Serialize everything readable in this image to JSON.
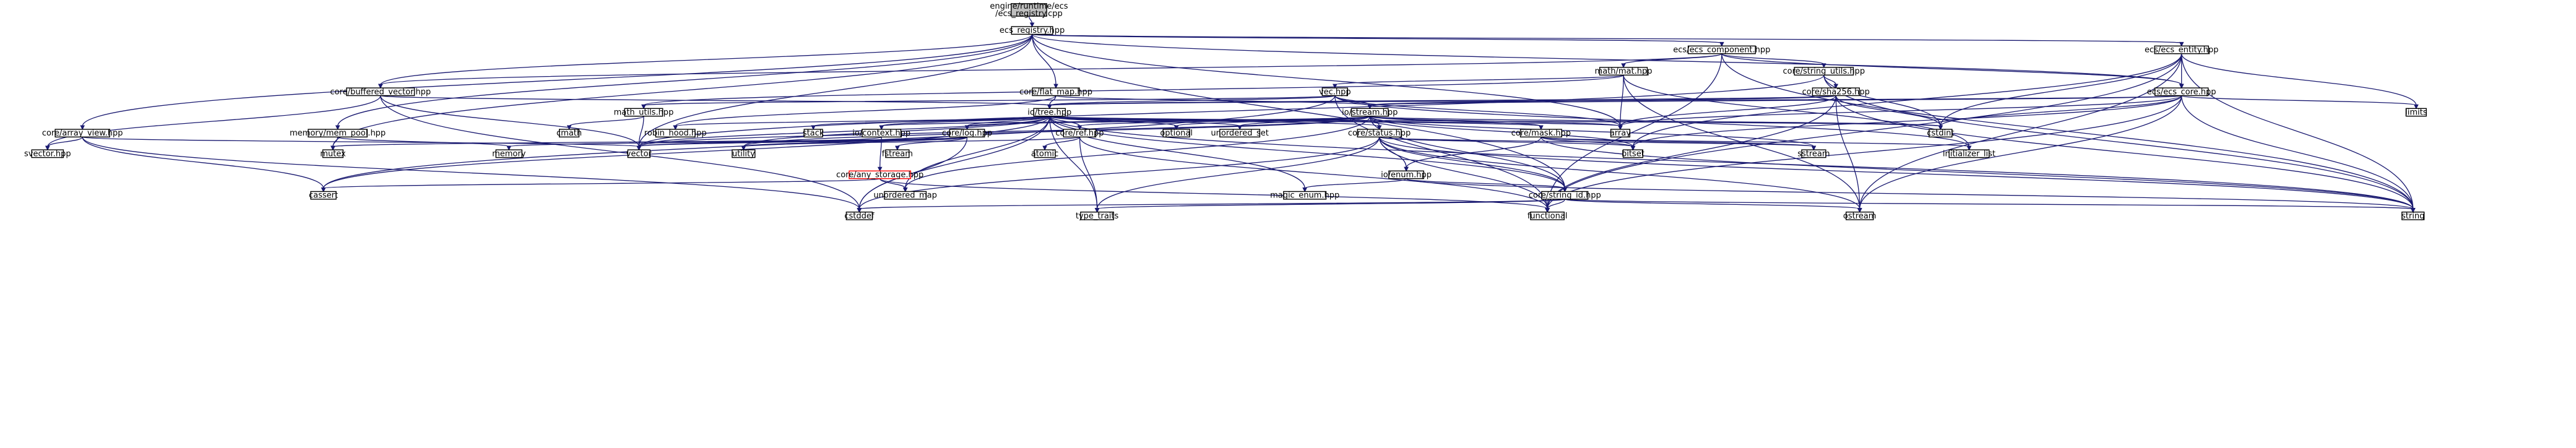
{
  "graph": {
    "nodes": [
      {
        "id": "root",
        "lines": [
          "engine/runtime/ecs",
          "/ecs_registry.cpp"
        ],
        "style": "root"
      },
      {
        "id": "ecs_registry",
        "lines": [
          "ecs_registry.hpp"
        ]
      },
      {
        "id": "ecs_component",
        "lines": [
          "ecs/ecs_component.hpp"
        ]
      },
      {
        "id": "ecs_entity",
        "lines": [
          "ecs/ecs_entity.hpp"
        ]
      },
      {
        "id": "mathmat",
        "lines": [
          "math/mat.hpp"
        ]
      },
      {
        "id": "string_utils",
        "lines": [
          "core/string_utils.hpp"
        ]
      },
      {
        "id": "buffered_vector",
        "lines": [
          "core/buffered_vector.hpp"
        ]
      },
      {
        "id": "flat_map",
        "lines": [
          "core/flat_map.hpp"
        ]
      },
      {
        "id": "vec",
        "lines": [
          "vec.hpp"
        ]
      },
      {
        "id": "sha256",
        "lines": [
          "core/sha256.hpp"
        ]
      },
      {
        "id": "ecs_core",
        "lines": [
          "ecs/ecs_core.hpp"
        ]
      },
      {
        "id": "math_utils",
        "lines": [
          "math_utils.hpp"
        ]
      },
      {
        "id": "iotree",
        "lines": [
          "io/tree.hpp"
        ]
      },
      {
        "id": "iostream_hpp",
        "lines": [
          "io/stream.hpp"
        ]
      },
      {
        "id": "limits",
        "lines": [
          "limits"
        ]
      },
      {
        "id": "array_view",
        "lines": [
          "core/array_view.hpp"
        ]
      },
      {
        "id": "mem_pool",
        "lines": [
          "memory/mem_pool.hpp"
        ]
      },
      {
        "id": "cmath",
        "lines": [
          "cmath"
        ]
      },
      {
        "id": "robin_hood",
        "lines": [
          "robin_hood.hpp"
        ]
      },
      {
        "id": "stack",
        "lines": [
          "stack"
        ]
      },
      {
        "id": "iocontext",
        "lines": [
          "io/context.hpp"
        ]
      },
      {
        "id": "corelog",
        "lines": [
          "core/log.hpp"
        ]
      },
      {
        "id": "coreref",
        "lines": [
          "core/ref.hpp"
        ]
      },
      {
        "id": "optional",
        "lines": [
          "optional"
        ]
      },
      {
        "id": "unordered_set",
        "lines": [
          "unordered_set"
        ]
      },
      {
        "id": "corestatus",
        "lines": [
          "core/status.hpp"
        ]
      },
      {
        "id": "coremask",
        "lines": [
          "core/mask.hpp"
        ]
      },
      {
        "id": "array",
        "lines": [
          "array"
        ]
      },
      {
        "id": "cstdint",
        "lines": [
          "cstdint"
        ]
      },
      {
        "id": "svector",
        "lines": [
          "svector.hpp"
        ]
      },
      {
        "id": "mutex",
        "lines": [
          "mutex"
        ]
      },
      {
        "id": "memory",
        "lines": [
          "memory"
        ]
      },
      {
        "id": "vector",
        "lines": [
          "vector"
        ]
      },
      {
        "id": "utility",
        "lines": [
          "utility"
        ]
      },
      {
        "id": "fstream",
        "lines": [
          "fstream"
        ]
      },
      {
        "id": "atomic",
        "lines": [
          "atomic"
        ]
      },
      {
        "id": "bitset",
        "lines": [
          "bitset"
        ]
      },
      {
        "id": "sstream",
        "lines": [
          "sstream"
        ]
      },
      {
        "id": "initializer_list",
        "lines": [
          "initializer_list"
        ]
      },
      {
        "id": "any_storage",
        "lines": [
          "core/any_storage.hpp"
        ],
        "style": "red"
      },
      {
        "id": "ioenum",
        "lines": [
          "io/enum.hpp"
        ]
      },
      {
        "id": "cassert",
        "lines": [
          "cassert"
        ]
      },
      {
        "id": "unordered_map",
        "lines": [
          "unordered_map"
        ]
      },
      {
        "id": "magic_enum",
        "lines": [
          "magic_enum.hpp"
        ]
      },
      {
        "id": "string_id",
        "lines": [
          "core/string_id.hpp"
        ]
      },
      {
        "id": "cstddef",
        "lines": [
          "cstddef"
        ]
      },
      {
        "id": "type_traits",
        "lines": [
          "type_traits"
        ]
      },
      {
        "id": "functional",
        "lines": [
          "functional"
        ]
      },
      {
        "id": "ostream",
        "lines": [
          "ostream"
        ]
      },
      {
        "id": "string",
        "lines": [
          "string"
        ]
      }
    ],
    "edges": [
      [
        "root",
        "ecs_registry"
      ],
      [
        "ecs_registry",
        "array_view"
      ],
      [
        "ecs_registry",
        "mutex"
      ],
      [
        "ecs_registry",
        "vector"
      ],
      [
        "ecs_registry",
        "mem_pool"
      ],
      [
        "ecs_registry",
        "buffered_vector"
      ],
      [
        "ecs_registry",
        "flat_map"
      ],
      [
        "ecs_registry",
        "array"
      ],
      [
        "ecs_registry",
        "ecs_component"
      ],
      [
        "ecs_registry",
        "ecs_core"
      ],
      [
        "ecs_registry",
        "ecs_entity"
      ],
      [
        "ecs_registry",
        "string_id"
      ],
      [
        "ecs_component",
        "mathmat"
      ],
      [
        "ecs_component",
        "string_utils"
      ],
      [
        "ecs_component",
        "ecs_core"
      ],
      [
        "ecs_component",
        "string"
      ],
      [
        "ecs_component",
        "functional"
      ],
      [
        "ecs_component",
        "buffered_vector"
      ],
      [
        "ecs_entity",
        "ecs_core"
      ],
      [
        "ecs_entity",
        "limits"
      ],
      [
        "ecs_entity",
        "cstdint"
      ],
      [
        "ecs_entity",
        "bitset"
      ],
      [
        "ecs_entity",
        "functional"
      ],
      [
        "ecs_entity",
        "string"
      ],
      [
        "ecs_entity",
        "ostream"
      ],
      [
        "mathmat",
        "vec"
      ],
      [
        "mathmat",
        "array"
      ],
      [
        "mathmat",
        "math_utils"
      ],
      [
        "mathmat",
        "initializer_list"
      ],
      [
        "mathmat",
        "ostream"
      ],
      [
        "string_utils",
        "sha256"
      ],
      [
        "string_utils",
        "cstdint"
      ],
      [
        "string_utils",
        "string"
      ],
      [
        "string_utils",
        "vector"
      ],
      [
        "buffered_vector",
        "iotree"
      ],
      [
        "buffered_vector",
        "vector"
      ],
      [
        "buffered_vector",
        "svector"
      ],
      [
        "buffered_vector",
        "cstddef"
      ],
      [
        "flat_map",
        "iotree"
      ],
      [
        "flat_map",
        "iostream_hpp"
      ],
      [
        "flat_map",
        "robin_hood"
      ],
      [
        "vec",
        "iotree"
      ],
      [
        "vec",
        "iostream_hpp"
      ],
      [
        "vec",
        "math_utils"
      ],
      [
        "vec",
        "array"
      ],
      [
        "vec",
        "cassert"
      ],
      [
        "vec",
        "functional"
      ],
      [
        "vec",
        "initializer_list"
      ],
      [
        "sha256",
        "iotree"
      ],
      [
        "sha256",
        "iostream_hpp"
      ],
      [
        "sha256",
        "array"
      ],
      [
        "sha256",
        "cstdint"
      ],
      [
        "sha256",
        "string"
      ],
      [
        "sha256",
        "ostream"
      ],
      [
        "sha256",
        "functional"
      ],
      [
        "ecs_core",
        "iotree"
      ],
      [
        "ecs_core",
        "iostream_hpp"
      ],
      [
        "ecs_core",
        "limits"
      ],
      [
        "ecs_core",
        "cstdint"
      ],
      [
        "ecs_core",
        "array"
      ],
      [
        "ecs_core",
        "bitset"
      ],
      [
        "ecs_core",
        "functional"
      ],
      [
        "ecs_core",
        "string"
      ],
      [
        "ecs_core",
        "ostream"
      ],
      [
        "math_utils",
        "cmath"
      ],
      [
        "math_utils",
        "vector"
      ],
      [
        "iotree",
        "stack"
      ],
      [
        "iotree",
        "iocontext"
      ],
      [
        "iotree",
        "corelog"
      ],
      [
        "iotree",
        "coreref"
      ],
      [
        "iotree",
        "optional"
      ],
      [
        "iotree",
        "unordered_set"
      ],
      [
        "iotree",
        "corestatus"
      ],
      [
        "iotree",
        "coremask"
      ],
      [
        "iotree",
        "array"
      ],
      [
        "iotree",
        "cstdint"
      ],
      [
        "iotree",
        "vector"
      ],
      [
        "iotree",
        "utility"
      ],
      [
        "iotree",
        "unordered_map"
      ],
      [
        "iotree",
        "cassert"
      ],
      [
        "iotree",
        "cstddef"
      ],
      [
        "iotree",
        "type_traits"
      ],
      [
        "iotree",
        "string_id"
      ],
      [
        "iotree",
        "magic_enum"
      ],
      [
        "iotree",
        "robin_hood"
      ],
      [
        "iotree",
        "string"
      ],
      [
        "iostream_hpp",
        "iocontext"
      ],
      [
        "iostream_hpp",
        "corelog"
      ],
      [
        "iostream_hpp",
        "coreref"
      ],
      [
        "iostream_hpp",
        "optional"
      ],
      [
        "iostream_hpp",
        "unordered_set"
      ],
      [
        "iostream_hpp",
        "corestatus"
      ],
      [
        "iostream_hpp",
        "coremask"
      ],
      [
        "iostream_hpp",
        "array"
      ],
      [
        "iostream_hpp",
        "vector"
      ],
      [
        "iostream_hpp",
        "utility"
      ],
      [
        "iostream_hpp",
        "sstream"
      ],
      [
        "iostream_hpp",
        "bitset"
      ],
      [
        "iostream_hpp",
        "cstdint"
      ],
      [
        "iostream_hpp",
        "unordered_map"
      ],
      [
        "iostream_hpp",
        "string_id"
      ],
      [
        "array_view",
        "vector"
      ],
      [
        "array_view",
        "cassert"
      ],
      [
        "array_view",
        "cstddef"
      ],
      [
        "array_view",
        "svector"
      ],
      [
        "mem_pool",
        "mutex"
      ],
      [
        "mem_pool",
        "memory"
      ],
      [
        "iocontext",
        "any_storage"
      ],
      [
        "iocontext",
        "vector"
      ],
      [
        "corelog",
        "fstream"
      ],
      [
        "corelog",
        "memory"
      ],
      [
        "corelog",
        "mutex"
      ],
      [
        "corelog",
        "vector"
      ],
      [
        "corelog",
        "utility"
      ],
      [
        "corelog",
        "cstddef"
      ],
      [
        "coreref",
        "atomic"
      ],
      [
        "coreref",
        "type_traits"
      ],
      [
        "coreref",
        "functional"
      ],
      [
        "coreref",
        "utility"
      ],
      [
        "corestatus",
        "ioenum"
      ],
      [
        "corestatus",
        "string_id"
      ],
      [
        "corestatus",
        "cstddef"
      ],
      [
        "corestatus",
        "type_traits"
      ],
      [
        "corestatus",
        "functional"
      ],
      [
        "corestatus",
        "ostream"
      ],
      [
        "corestatus",
        "string"
      ],
      [
        "corestatus",
        "bitset"
      ],
      [
        "corestatus",
        "sstream"
      ],
      [
        "coremask",
        "bitset"
      ],
      [
        "coremask",
        "sstream"
      ],
      [
        "coremask",
        "initializer_list"
      ],
      [
        "coremask",
        "ioenum"
      ],
      [
        "coremask",
        "string"
      ],
      [
        "ioenum",
        "magic_enum"
      ],
      [
        "ioenum",
        "string_id"
      ],
      [
        "ioenum",
        "string"
      ],
      [
        "any_storage",
        "cassert"
      ],
      [
        "any_storage",
        "unordered_map"
      ],
      [
        "any_storage",
        "functional"
      ],
      [
        "string_id",
        "cstddef"
      ],
      [
        "string_id",
        "type_traits"
      ],
      [
        "string_id",
        "functional"
      ],
      [
        "string_id",
        "ostream"
      ],
      [
        "string_id",
        "string"
      ]
    ]
  }
}
